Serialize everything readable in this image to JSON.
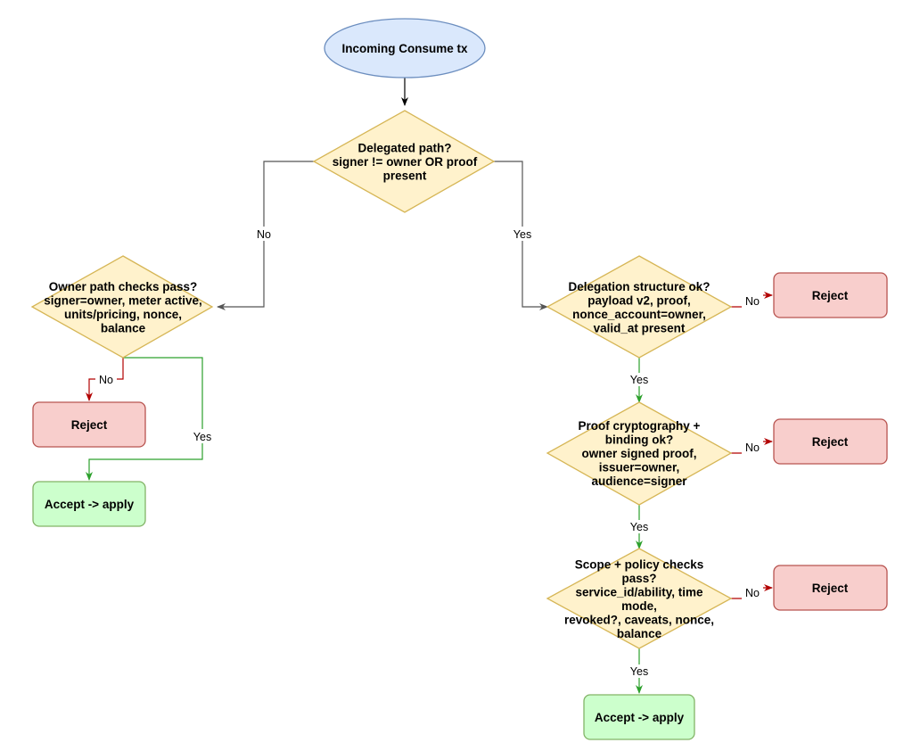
{
  "colors": {
    "start_fill": "#dae8fc",
    "start_stroke": "#6c8ebf",
    "decision_fill": "#fff2cc",
    "decision_stroke": "#d6b656",
    "reject_fill": "#f8cecc",
    "reject_stroke": "#b85450",
    "accept_fill": "#ccffcc",
    "accept_stroke": "#82b366",
    "edge_neutral": "#555555",
    "edge_yes": "#2ca02c",
    "edge_no": "#b20000"
  },
  "nodes": {
    "start": {
      "lines": [
        "Incoming Consume tx"
      ]
    },
    "delegated_decision": {
      "lines": [
        "Delegated path?",
        "signer != owner OR proof",
        "present"
      ]
    },
    "owner_decision": {
      "lines": [
        "Owner path checks pass?",
        "signer=owner, meter active,",
        "units/pricing, nonce,",
        "balance"
      ]
    },
    "owner_reject": {
      "lines": [
        "Reject"
      ]
    },
    "owner_accept": {
      "lines": [
        "Accept -> apply"
      ]
    },
    "structure_decision": {
      "lines": [
        "Delegation structure ok?",
        "payload v2, proof,",
        "nonce_account=owner,",
        "valid_at present"
      ]
    },
    "structure_reject": {
      "lines": [
        "Reject"
      ]
    },
    "crypto_decision": {
      "lines": [
        "Proof cryptography +",
        "binding ok?",
        "owner signed proof,",
        "issuer=owner,",
        "audience=signer"
      ]
    },
    "crypto_reject": {
      "lines": [
        "Reject"
      ]
    },
    "scope_decision": {
      "lines": [
        "Scope + policy checks",
        "pass?",
        "service_id/ability, time",
        "mode,",
        "revoked?, caveats, nonce,",
        "balance"
      ]
    },
    "scope_reject": {
      "lines": [
        "Reject"
      ]
    },
    "delegated_accept": {
      "lines": [
        "Accept -> apply"
      ]
    }
  },
  "edges": {
    "delegated_no": "No",
    "delegated_yes": "Yes",
    "owner_no": "No",
    "owner_yes": "Yes",
    "structure_no": "No",
    "structure_yes": "Yes",
    "crypto_no": "No",
    "crypto_yes": "Yes",
    "scope_no": "No",
    "scope_yes": "Yes"
  }
}
